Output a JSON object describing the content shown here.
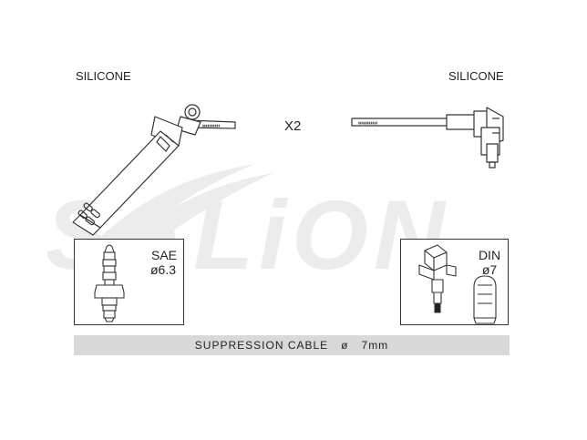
{
  "labels": {
    "left_material": "SILICONE",
    "right_material": "SILICONE",
    "quantity": "X2"
  },
  "watermark": {
    "text": "SALiON",
    "color": "#e9e9e9"
  },
  "boots": {
    "sae": {
      "name": "SAE",
      "size": "ø6.3"
    },
    "din": {
      "name": "DIN",
      "size": "ø7"
    }
  },
  "cable": {
    "label": "SUPPRESSION CABLE",
    "diameter_symbol": "ø",
    "diameter": "7mm",
    "bar_color": "#d9d9d9"
  },
  "colors": {
    "line": "#333333",
    "text": "#222222"
  }
}
